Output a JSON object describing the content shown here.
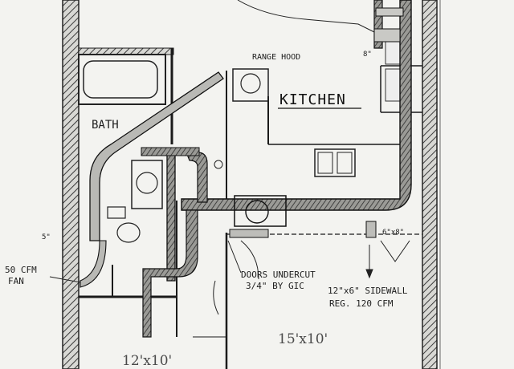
{
  "labels": {
    "range_hood": "RANGE HOOD",
    "kitchen": "KITCHEN",
    "bath": "BATH",
    "fan_line1": "50 CFM",
    "fan_line2": "FAN",
    "doors_line1": "DOORS UNDERCUT",
    "doors_line2": "3/4\" BY GIC",
    "sidewall_line1": "12\"x6\" SIDEWALL",
    "sidewall_line2": "REG. 120 CFM",
    "room_left": "12'x10'",
    "room_right": "15'x10'",
    "dim_6x8": "6\"x8\"",
    "dim_5": "5\"",
    "dim_8": "8\""
  }
}
